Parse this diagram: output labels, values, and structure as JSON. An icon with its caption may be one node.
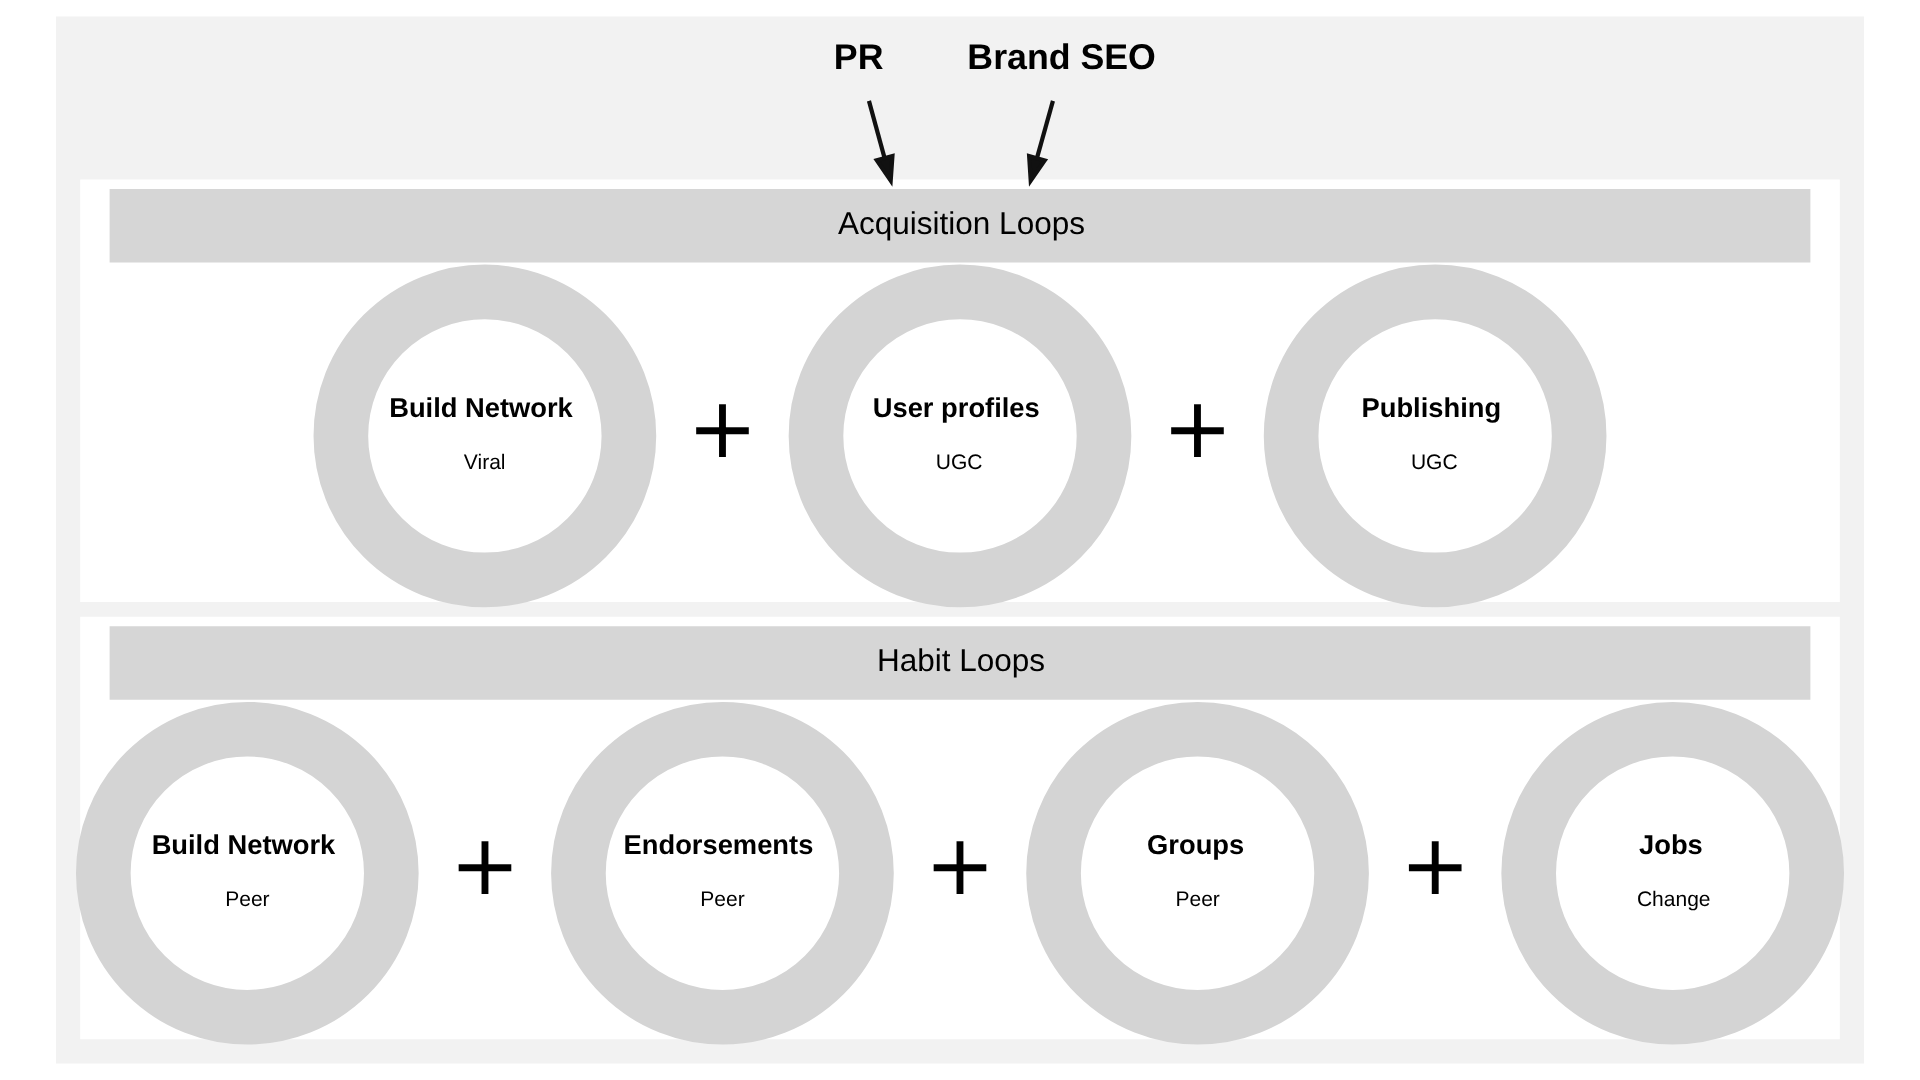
{
  "diagram": {
    "nodes": [
      {
        "text": [
          "PR"
        ]
      },
      {
        "text": [
          "Brand SEO"
        ]
      },
      {
        "text": [
          "Acquisition Loops"
        ]
      },
      {
        "text": [
          "Build Network",
          "Viral"
        ],
        "in": 2
      },
      {
        "text": [
          "User profiles",
          "UGC"
        ],
        "in": 2
      },
      {
        "text": [
          "Publishing",
          "UGC"
        ],
        "in": 2
      },
      {
        "text": [
          "Habit Loops"
        ]
      },
      {
        "text": [
          "Build Network",
          "Peer"
        ],
        "in": 6
      },
      {
        "text": [
          "Endorsements",
          "Peer"
        ],
        "in": 6
      },
      {
        "text": [
          "Groups",
          "Peer"
        ],
        "in": 6
      },
      {
        "text": [
          "Jobs",
          "Change"
        ],
        "in": 6
      }
    ],
    "edges": [
      {
        "from": 0,
        "to": 2,
        "arrow": "to"
      },
      {
        "from": 1,
        "to": 2,
        "arrow": "to"
      }
    ],
    "labels": [
      "+",
      "+",
      "+",
      "+",
      "+"
    ]
  }
}
